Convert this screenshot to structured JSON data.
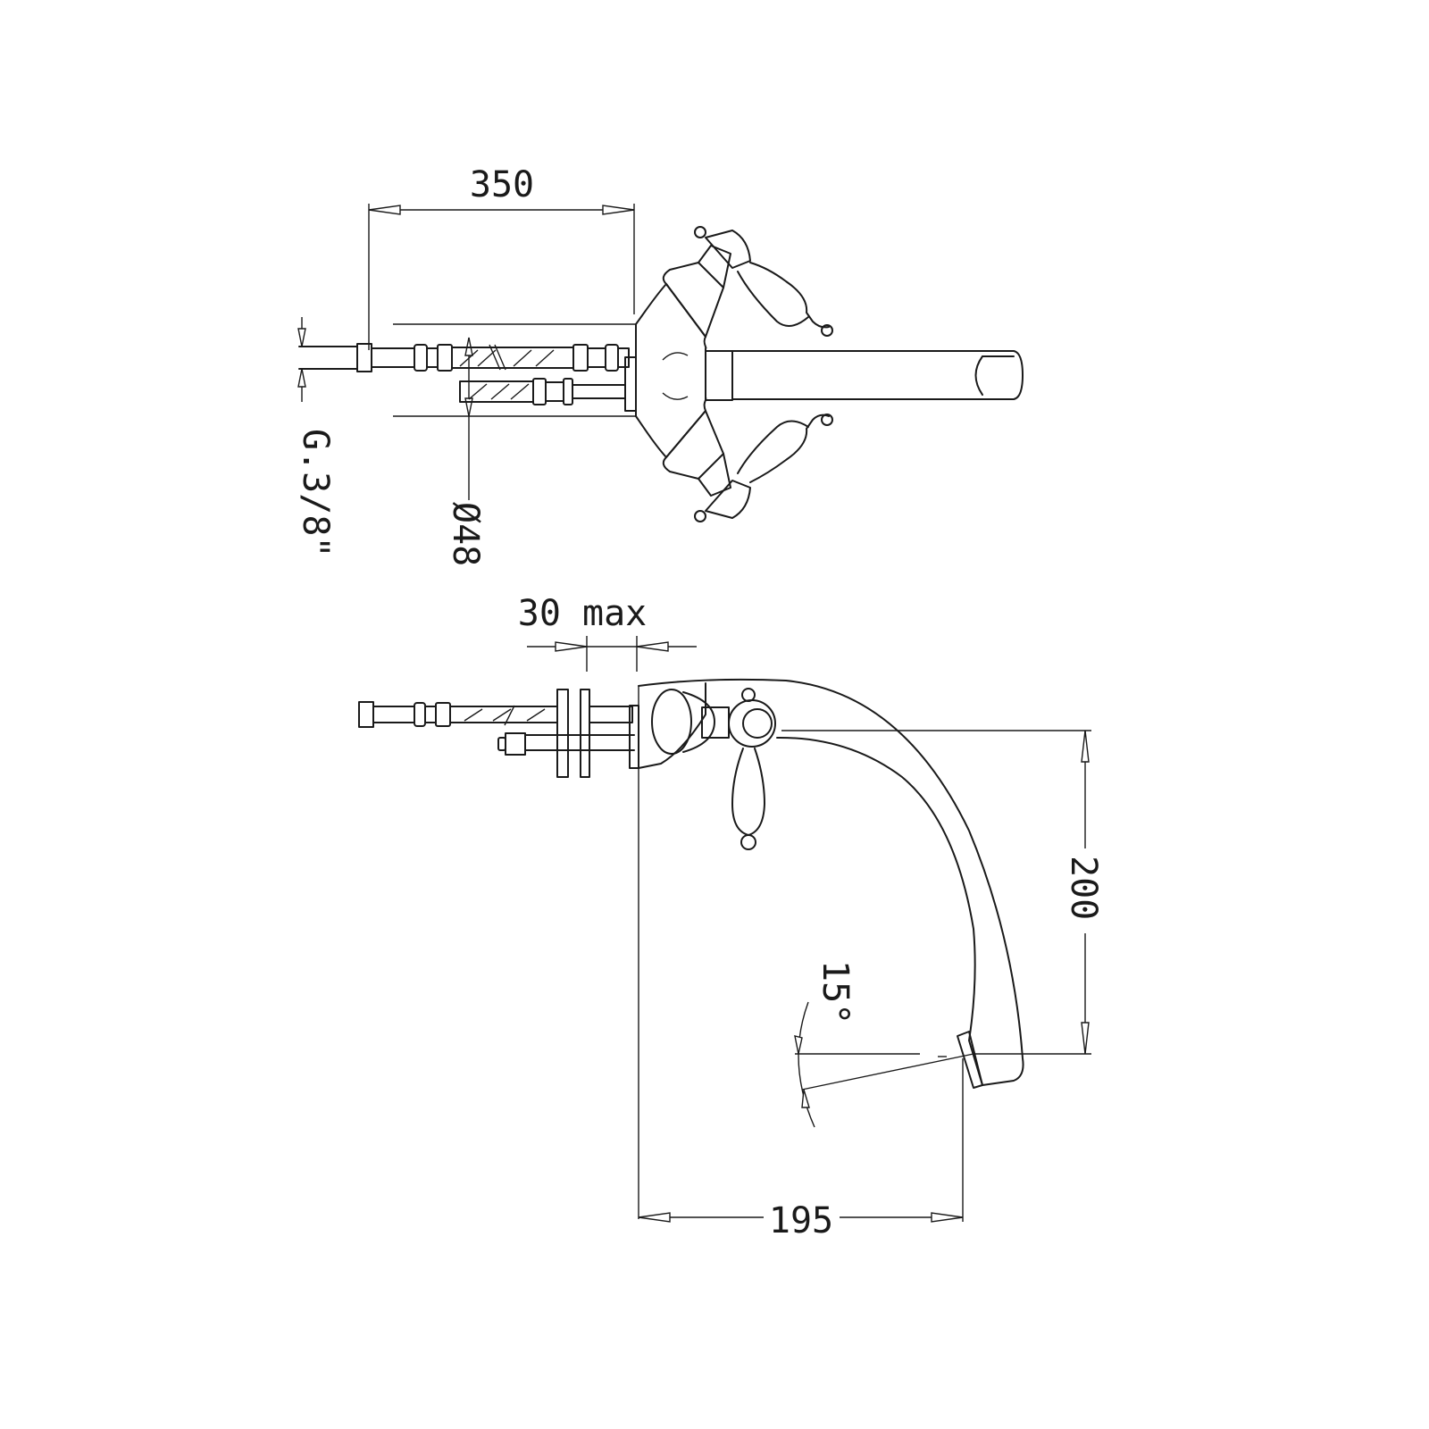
{
  "drawing": {
    "top_view": {
      "dim_length": "350",
      "dim_thread": "G.3/8\"",
      "dim_diameter": "Ø48"
    },
    "side_view": {
      "dim_wall": "30 max",
      "dim_height": "200",
      "dim_angle": "15°",
      "dim_projection": "195"
    }
  }
}
